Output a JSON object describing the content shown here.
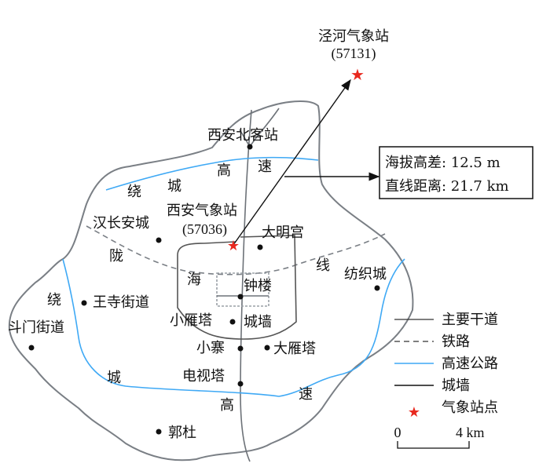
{
  "remote_station": {
    "name": "泾河气象站",
    "code": "(57131)"
  },
  "local_station": {
    "name": "西安气象站",
    "code": "(57036)"
  },
  "info_box": {
    "elevation_diff": "海拔高差: 12.5 m",
    "distance": "直线距离: 21.7 km"
  },
  "places": {
    "north_station": "西安北客站",
    "han_changan": "汉长安城",
    "daminggong": "大明宫",
    "fangzhicheng": "纺织城",
    "zhonglou": "钟楼",
    "wangsi": "王寺街道",
    "doumen": "斗门街道",
    "xiaoyanta": "小雁塔",
    "chengqiang": "城墙",
    "xiaozhai": "小寨",
    "dayanta": "大雁塔",
    "dianshita": "电视塔",
    "guodu": "郭杜"
  },
  "ring_highway_chars": {
    "rao1": "绕",
    "cheng1": "城",
    "gao1": "高",
    "su1": "速",
    "rao2": "绕",
    "cheng2": "城",
    "gao2": "高",
    "su2": "速"
  },
  "railway_chars": {
    "long": "陇",
    "hai": "海",
    "xian": "线"
  },
  "legend": {
    "items": [
      "主要干道",
      "铁路",
      "高速公路",
      "城墙",
      "气象站点"
    ]
  },
  "scale": {
    "start": "0",
    "end": "4 km"
  },
  "colors": {
    "highway": "#3fa9f5",
    "station": "#e8281e"
  }
}
